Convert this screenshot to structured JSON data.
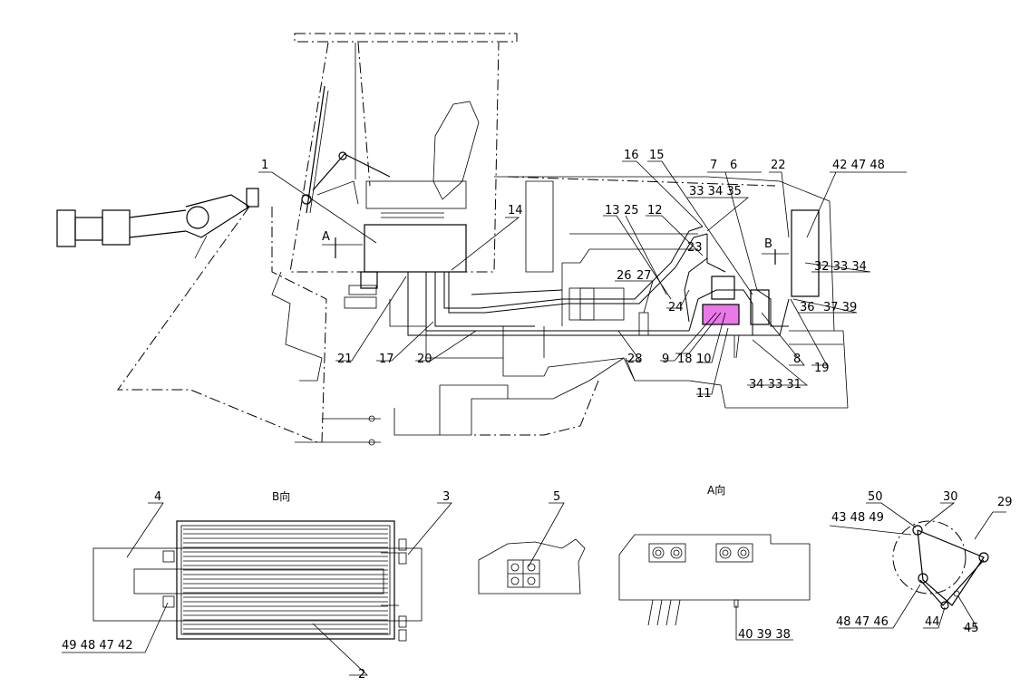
{
  "view_titles": {
    "view_a_marker": "A",
    "view_b_marker": "B",
    "view_b_title": "B向",
    "view_a_title": "A向"
  },
  "part_labels": [
    {
      "id": "p1",
      "text": "1"
    },
    {
      "id": "p2",
      "text": "2"
    },
    {
      "id": "p3",
      "text": "3"
    },
    {
      "id": "p4",
      "text": "4"
    },
    {
      "id": "p5",
      "text": "5"
    },
    {
      "id": "p6",
      "text": "6"
    },
    {
      "id": "p7",
      "text": "7"
    },
    {
      "id": "p8",
      "text": "8"
    },
    {
      "id": "p9",
      "text": "9"
    },
    {
      "id": "p10",
      "text": "10"
    },
    {
      "id": "p11",
      "text": "11"
    },
    {
      "id": "p12",
      "text": "12"
    },
    {
      "id": "p13",
      "text": "13"
    },
    {
      "id": "p14",
      "text": "14"
    },
    {
      "id": "p15",
      "text": "15"
    },
    {
      "id": "p16",
      "text": "16"
    },
    {
      "id": "p17",
      "text": "17"
    },
    {
      "id": "p18",
      "text": "18"
    },
    {
      "id": "p19",
      "text": "19"
    },
    {
      "id": "p20",
      "text": "20"
    },
    {
      "id": "p21",
      "text": "21"
    },
    {
      "id": "p22",
      "text": "22"
    },
    {
      "id": "p23",
      "text": "23"
    },
    {
      "id": "p24",
      "text": "24"
    },
    {
      "id": "p25",
      "text": "25"
    },
    {
      "id": "p26",
      "text": "26"
    },
    {
      "id": "p27",
      "text": "27"
    },
    {
      "id": "p28",
      "text": "28"
    },
    {
      "id": "p29",
      "text": "29"
    },
    {
      "id": "p30",
      "text": "30"
    },
    {
      "id": "p36",
      "text": "36"
    },
    {
      "id": "p44",
      "text": "44"
    },
    {
      "id": "p45",
      "text": "45"
    },
    {
      "id": "p50",
      "text": "50"
    }
  ],
  "group_labels": [
    {
      "id": "g1",
      "text": "42  47  48"
    },
    {
      "id": "g2",
      "text": "33  34  35"
    },
    {
      "id": "g3",
      "text": "32  33  34"
    },
    {
      "id": "g4",
      "text": "37  39"
    },
    {
      "id": "g5",
      "text": "34  33  31"
    },
    {
      "id": "g6",
      "text": "49  48  47  42"
    },
    {
      "id": "g7",
      "text": "40  39  38"
    },
    {
      "id": "g8",
      "text": "43  48  49"
    },
    {
      "id": "g9",
      "text": "48  47  46"
    }
  ]
}
